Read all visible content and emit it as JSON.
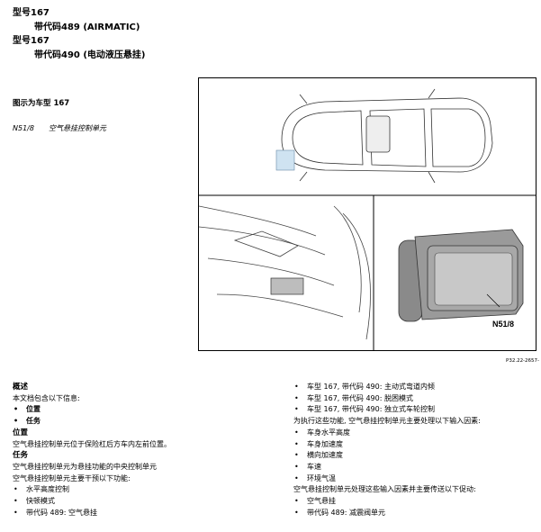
{
  "header": [
    {
      "text": "型号167",
      "indent": false
    },
    {
      "text": "带代码489 (AIRMATIC)",
      "indent": true
    },
    {
      "text": "型号167",
      "indent": false
    },
    {
      "text": "带代码490 (电动液压悬挂)",
      "indent": true
    }
  ],
  "figure": {
    "title": "图示为车型 167",
    "legend": {
      "code": "N51/8",
      "desc": "空气悬挂控制单元"
    },
    "callout": "N51/8",
    "ref": "P32.22-2657-"
  },
  "left_column": [
    {
      "text": "概述",
      "style": "h"
    },
    {
      "text": "本文档包含以下信息:",
      "style": "p"
    },
    {
      "text": "位置",
      "style": "bb"
    },
    {
      "text": "任务",
      "style": "bb"
    },
    {
      "text": "位置",
      "style": "h"
    },
    {
      "text": "空气悬挂控制单元位于保险杠后方车内左前位置。",
      "style": "p"
    },
    {
      "text": "任务",
      "style": "h"
    },
    {
      "text": "空气悬挂控制单元为悬挂功能的中央控制单元",
      "style": "p"
    },
    {
      "text": "空气悬挂控制单元主要干预以下功能:",
      "style": "p"
    },
    {
      "text": "水平高度控制",
      "style": "b"
    },
    {
      "text": "快顿模式",
      "style": "b"
    },
    {
      "text": "带代码 489: 空气悬挂",
      "style": "b"
    }
  ],
  "right_column": [
    {
      "text": "车型 167, 带代码 490: 主动式弯道内倾",
      "style": "b"
    },
    {
      "text": "车型 167, 带代码 490: 脱困模式",
      "style": "b"
    },
    {
      "text": "车型 167, 带代码 490: 独立式车轮控制",
      "style": "b"
    },
    {
      "text": "为执行这些功能, 空气悬挂控制单元主要处理以下输入因素:",
      "style": "p"
    },
    {
      "text": "车身水平高度",
      "style": "b"
    },
    {
      "text": "车身加速度",
      "style": "b"
    },
    {
      "text": "横向加速度",
      "style": "b"
    },
    {
      "text": "车速",
      "style": "b"
    },
    {
      "text": "环境气温",
      "style": "b"
    },
    {
      "text": "空气悬挂控制单元处理这些输入因素并主要传送以下促动:",
      "style": "p"
    },
    {
      "text": "空气悬挂",
      "style": "b"
    },
    {
      "text": "带代码 489: 减震阀单元",
      "style": "b"
    }
  ],
  "colors": {
    "text": "#000000",
    "highlight": "#cfe3f1",
    "module_grey": "#9a9a9a"
  }
}
